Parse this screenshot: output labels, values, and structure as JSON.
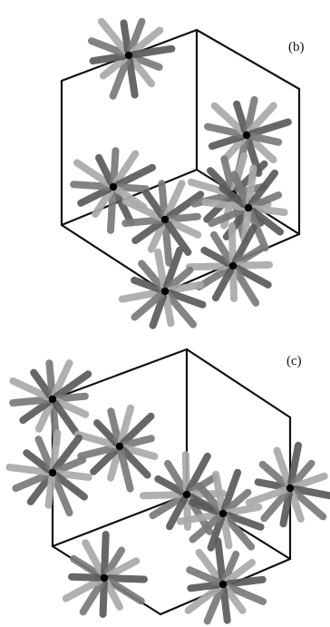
{
  "colors": {
    "background": "#ffffff",
    "edge": "#111111",
    "atom": "#000000",
    "arm_dark": "#5a5a5a",
    "arm_mid": "#7a7a7a",
    "arm_light": "#a9a9a9"
  },
  "panels": [
    {
      "id": "b",
      "label": "(b)"
    },
    {
      "id": "c",
      "label": "(c)"
    }
  ]
}
